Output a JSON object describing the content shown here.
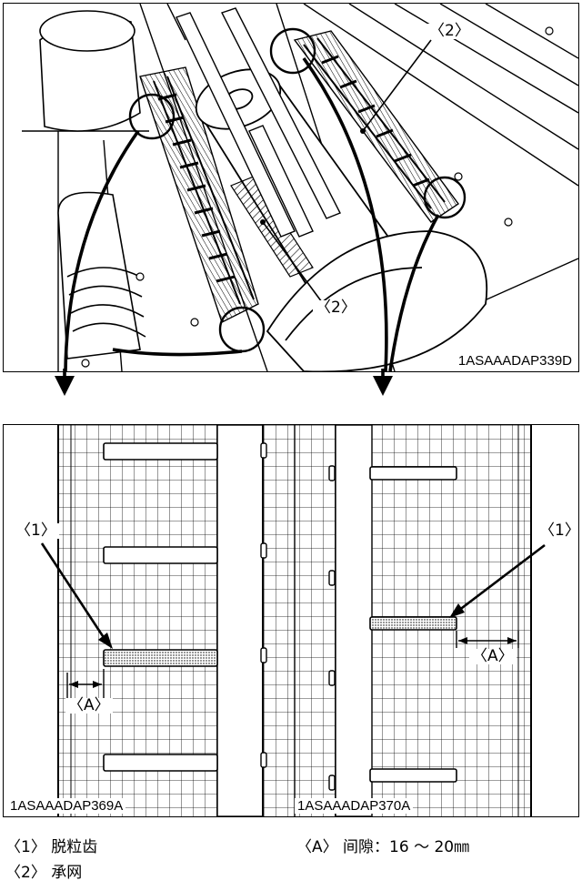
{
  "figures": {
    "top": {
      "code": "1ASAAADAP339D",
      "callout_top": "〈2〉",
      "callout_mid": "〈2〉"
    },
    "bottom_left": {
      "code": "1ASAAADAP369A",
      "callout_tooth": "〈1〉",
      "callout_gap": "〈A〉"
    },
    "bottom_right": {
      "code": "1ASAAADAP370A",
      "callout_tooth": "〈1〉",
      "callout_gap": "〈A〉"
    }
  },
  "legend": {
    "item1": "〈1〉 脱粒齿",
    "item2": "〈2〉 承网",
    "itemA": "〈A〉 间隙：16 ～ 20㎜"
  },
  "colors": {
    "ink": "#000000",
    "paper": "#ffffff",
    "screen_tint": "#f2f2f2"
  },
  "icons": [
    "down-arrow-icon",
    "leader-arrow-icon"
  ]
}
